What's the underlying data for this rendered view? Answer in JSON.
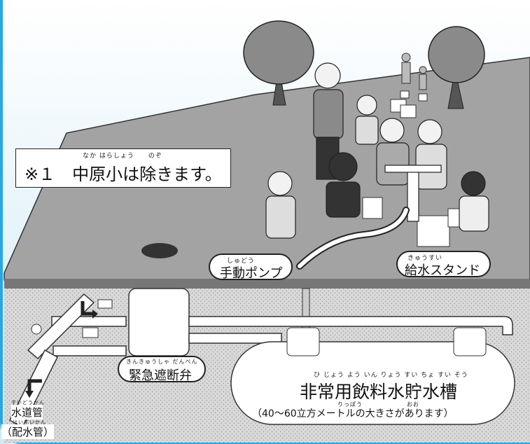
{
  "note": {
    "text": "※１　中原小は除きます。",
    "ruby": "なか はらしょう　　のぞ"
  },
  "labels": {
    "pump": {
      "text": "手動ポンプ",
      "ruby": "しゅどう"
    },
    "supply": {
      "text": "給水スタンド",
      "ruby": "きゅうすい"
    },
    "valve": {
      "text": "緊急遮断弁",
      "ruby": "きんきゅうしゃ だんべん"
    },
    "tank": {
      "text": "非常用飲料水貯水槽",
      "ruby": "ひ じょう よう いん りょう すい ちょ すい そう",
      "sub": "（40～60立方メートルの大きさがあります）",
      "sub_ruby": "りっぽう　　　　　　　おお"
    },
    "main_pipe": {
      "line1": "水道管",
      "line1_ruby": "すいどうかん",
      "line2": "（配水管）",
      "line2_ruby": "はいすいかん"
    }
  },
  "colors": {
    "frame": "#2aa7e0",
    "sky": "#d6eef9",
    "ground": "#9a9a9a",
    "soil": "#dcdcdc"
  }
}
